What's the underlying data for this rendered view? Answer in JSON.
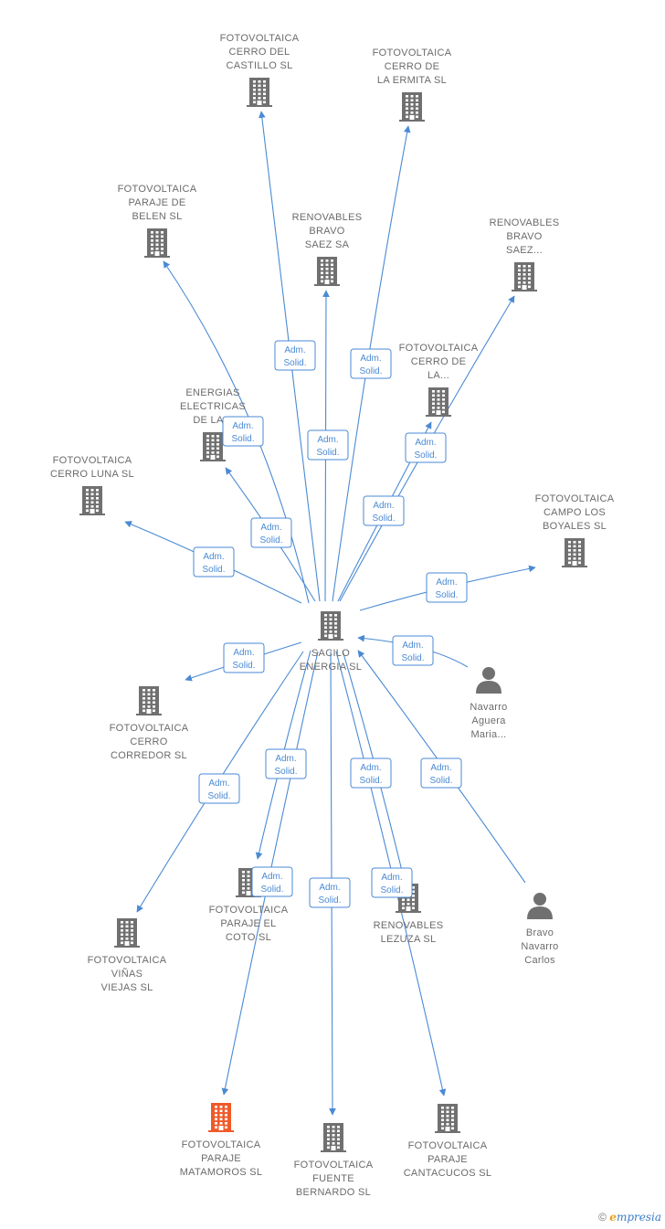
{
  "colors": {
    "edge": "#4a8ad4",
    "node": "#707070",
    "highlight": "#f05a28",
    "text": "#6b6b6b"
  },
  "badge": {
    "line1": "Adm.",
    "line2": "Solid."
  },
  "center": {
    "id": "sacilo",
    "lines": [
      "SACILO",
      "ENERGIA SL"
    ]
  },
  "nodes": [
    {
      "id": "cerro_castillo",
      "type": "company",
      "lines": [
        "FOTOVOLTAICA",
        "CERRO DEL",
        "CASTILLO SL"
      ]
    },
    {
      "id": "cerro_ermita",
      "type": "company",
      "lines": [
        "FOTOVOLTAICA",
        "CERRO DE",
        "LA ERMITA SL"
      ]
    },
    {
      "id": "paraje_belen",
      "type": "company",
      "lines": [
        "FOTOVOLTAICA",
        "PARAJE DE",
        "BELEN SL"
      ]
    },
    {
      "id": "renovables_saez_sa",
      "type": "company",
      "lines": [
        "RENOVABLES",
        "BRAVO",
        "SAEZ SA"
      ]
    },
    {
      "id": "renovables_saez",
      "type": "company",
      "lines": [
        "RENOVABLES",
        "BRAVO",
        "SAEZ..."
      ]
    },
    {
      "id": "cerro_de_la",
      "type": "company",
      "lines": [
        "FOTOVOLTAICA",
        "CERRO DE",
        "LA..."
      ]
    },
    {
      "id": "energias_electricas",
      "type": "company",
      "lines": [
        "ENERGIAS",
        "ELECTRICAS",
        "DE LA..."
      ]
    },
    {
      "id": "cerro_luna",
      "type": "company",
      "lines": [
        "FOTOVOLTAICA",
        "CERRO LUNA SL"
      ]
    },
    {
      "id": "campo_boyales",
      "type": "company",
      "lines": [
        "FOTOVOLTAICA",
        "CAMPO LOS",
        "BOYALES SL"
      ]
    },
    {
      "id": "navarro_aguera",
      "type": "person",
      "lines": [
        "Navarro",
        "Aguera",
        "Maria..."
      ]
    },
    {
      "id": "cerro_corredor",
      "type": "company",
      "lines": [
        "FOTOVOLTAICA",
        "CERRO",
        "CORREDOR SL"
      ]
    },
    {
      "id": "paraje_coto",
      "type": "company",
      "lines": [
        "FOTOVOLTAICA",
        "PARAJE EL",
        "COTO SL"
      ]
    },
    {
      "id": "lezuza",
      "type": "company",
      "lines": [
        "RENOVABLES",
        "LEZUZA SL"
      ]
    },
    {
      "id": "bravo_navarro",
      "type": "person",
      "lines": [
        "Bravo",
        "Navarro",
        "Carlos"
      ]
    },
    {
      "id": "vinas_viejas",
      "type": "company",
      "lines": [
        "FOTOVOLTAICA",
        "VIÑAS",
        "VIEJAS SL"
      ]
    },
    {
      "id": "paraje_matamoros",
      "type": "company",
      "highlight": true,
      "lines": [
        "FOTOVOLTAICA",
        "PARAJE",
        "MATAMOROS SL"
      ]
    },
    {
      "id": "fuente_bernardo",
      "type": "company",
      "lines": [
        "FOTOVOLTAICA",
        "FUENTE",
        "BERNARDO SL"
      ]
    },
    {
      "id": "paraje_cantacucos",
      "type": "company",
      "lines": [
        "FOTOVOLTAICA",
        "PARAJE",
        "CANTACUCOS SL"
      ]
    }
  ],
  "edges": [
    {
      "from": "sacilo",
      "to": "cerro_castillo",
      "label": "Adm. Solid."
    },
    {
      "from": "sacilo",
      "to": "cerro_ermita",
      "label": "Adm. Solid."
    },
    {
      "from": "sacilo",
      "to": "paraje_belen",
      "label": "Adm. Solid."
    },
    {
      "from": "sacilo",
      "to": "renovables_saez_sa",
      "label": "Adm. Solid."
    },
    {
      "from": "sacilo",
      "to": "renovables_saez",
      "label": "Adm. Solid."
    },
    {
      "from": "sacilo",
      "to": "cerro_de_la",
      "label": "Adm. Solid."
    },
    {
      "from": "sacilo",
      "to": "energias_electricas",
      "label": "Adm. Solid."
    },
    {
      "from": "sacilo",
      "to": "cerro_luna",
      "label": "Adm. Solid."
    },
    {
      "from": "sacilo",
      "to": "campo_boyales",
      "label": "Adm. Solid."
    },
    {
      "from": "navarro_aguera",
      "to": "sacilo",
      "label": "Adm. Solid."
    },
    {
      "from": "sacilo",
      "to": "cerro_corredor",
      "label": "Adm. Solid."
    },
    {
      "from": "sacilo",
      "to": "paraje_coto",
      "label": "Adm. Solid."
    },
    {
      "from": "sacilo",
      "to": "lezuza",
      "label": "Adm. Solid."
    },
    {
      "from": "bravo_navarro",
      "to": "sacilo",
      "label": "Adm. Solid."
    },
    {
      "from": "sacilo",
      "to": "vinas_viejas",
      "label": "Adm. Solid."
    },
    {
      "from": "sacilo",
      "to": "paraje_matamoros",
      "label": "Adm. Solid."
    },
    {
      "from": "sacilo",
      "to": "fuente_bernardo",
      "label": "Adm. Solid."
    },
    {
      "from": "sacilo",
      "to": "paraje_cantacucos",
      "label": "Adm. Solid."
    }
  ],
  "footer": {
    "copyright": "©",
    "brand_initial": "e",
    "brand_rest": "mpresia"
  }
}
